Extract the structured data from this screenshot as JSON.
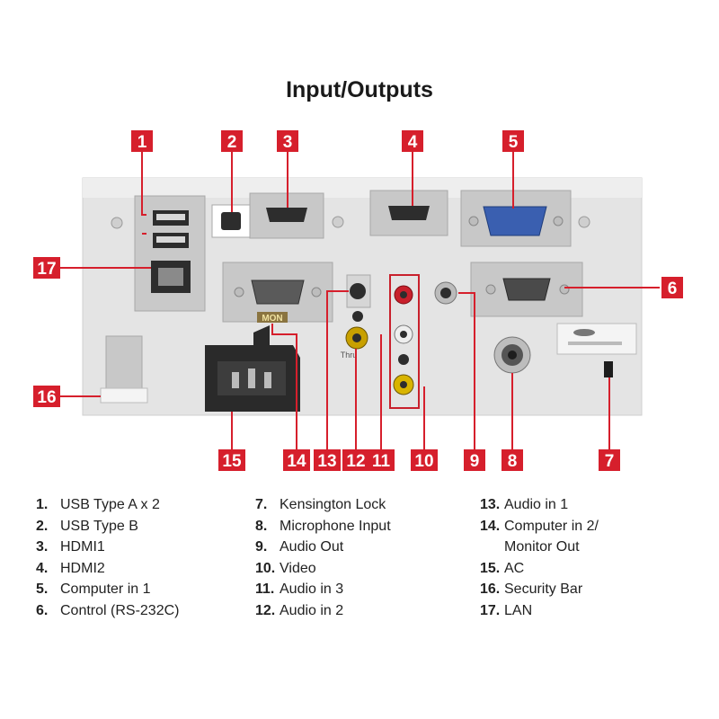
{
  "title": "Input/Outputs",
  "colors": {
    "badge": "#d61f2c",
    "panel": "#e3e3e3",
    "port_bg": "#c4c4c4",
    "vga_blue": "#3a5fb0"
  },
  "callouts": [
    "1",
    "2",
    "3",
    "4",
    "5",
    "6",
    "7",
    "8",
    "9",
    "10",
    "11",
    "12",
    "13",
    "14",
    "15",
    "16",
    "17"
  ],
  "port_labels": {
    "mon_out": "MON",
    "through": "Thru"
  },
  "legend": {
    "col1": [
      {
        "num": "1.",
        "text": "USB Type A x 2"
      },
      {
        "num": "2.",
        "text": "USB Type B"
      },
      {
        "num": "3.",
        "text": "HDMI1"
      },
      {
        "num": "4.",
        "text": "HDMI2"
      },
      {
        "num": "5.",
        "text": "Computer in 1"
      },
      {
        "num": "6.",
        "text": "Control (RS-232C)"
      }
    ],
    "col2": [
      {
        "num": "7.",
        "text": "Kensington Lock"
      },
      {
        "num": "8.",
        "text": "Microphone Input"
      },
      {
        "num": "9.",
        "text": "Audio Out"
      },
      {
        "num": "10.",
        "text": "Video"
      },
      {
        "num": "11.",
        "text": "Audio in 3"
      },
      {
        "num": "12.",
        "text": "Audio in 2"
      }
    ],
    "col3": [
      {
        "num": "13.",
        "text": "Audio in 1"
      },
      {
        "num": "14.",
        "text": "Computer in 2/"
      },
      {
        "num": "",
        "text": "Monitor Out"
      },
      {
        "num": "15.",
        "text": "AC"
      },
      {
        "num": "16.",
        "text": "Security Bar"
      },
      {
        "num": "17.",
        "text": "LAN"
      }
    ]
  }
}
